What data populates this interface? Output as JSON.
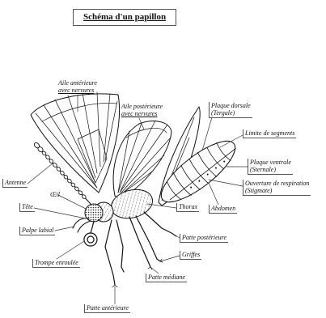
{
  "title": "Schéma d'un papillon",
  "labels": {
    "aile_anterieure": {
      "l1": "Aile antérieure",
      "l2": "avec nervures"
    },
    "aile_posterieure": {
      "l1": "Aile postérieure",
      "l2": "avec nervures"
    },
    "plaque_dorsale": {
      "l1": "Plaque dorsale",
      "l2": "(Tergale)"
    },
    "limite_segments": "Limite de segments",
    "plaque_ventrale": {
      "l1": "Plaque ventrale",
      "l2": "(Sternale)"
    },
    "ouverture_respiration": {
      "l1": "Ouverture de respiration",
      "l2": "(Stigmate)"
    },
    "antenne": "Antenne",
    "oeil": "Œil",
    "tete": "Tête",
    "thorax": "Thorax",
    "abdomen": "Abdomen",
    "palpe_labial": "Palpe labial",
    "patte_posterieure": "Patte postérieure",
    "trompe_enroulee": "Trompe enroulée",
    "griffes": "Griffes",
    "patte_mediane": "Patte médiane",
    "patte_anterieure": "Patte antérieure"
  }
}
